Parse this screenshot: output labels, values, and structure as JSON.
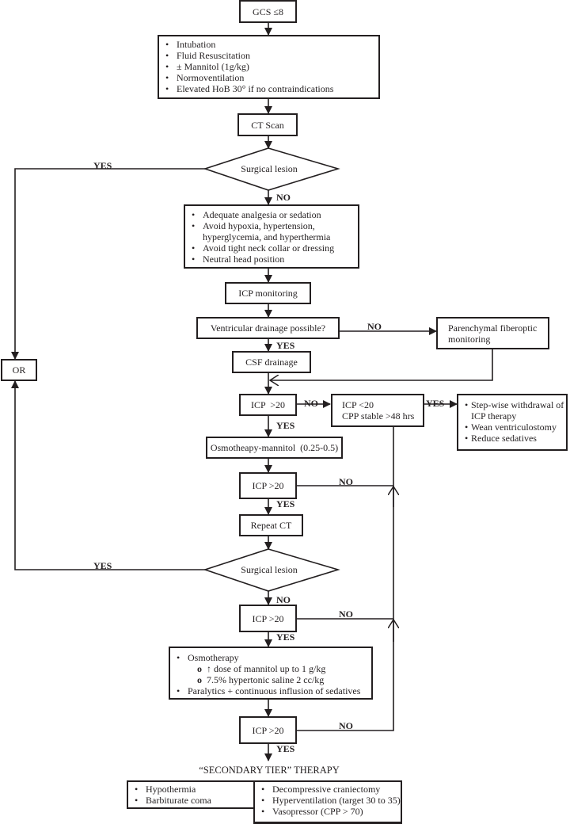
{
  "flowchart": {
    "start": {
      "label": "GCS ≤8"
    },
    "initial_management": {
      "items": [
        "Intubation",
        "Fluid Resuscitation",
        "± Mannitol (1g/kg)",
        "Normoventilation",
        "Elevated HoB 30° if no contraindications"
      ]
    },
    "ct_scan": {
      "label": "CT Scan"
    },
    "surgical_lesion_1": {
      "label": "Surgical lesion",
      "yes": "YES",
      "no": "NO"
    },
    "general_measures": {
      "items": [
        "Adequate analgesia or sedation",
        "Avoid hypoxia, hypertension, hyperglycemia, and hyperthermia",
        "Avoid tight neck collar or dressing",
        "Neutral head position"
      ]
    },
    "icp_monitoring": {
      "label": "ICP monitoring"
    },
    "ventricular_drainage": {
      "label": "Ventricular drainage possible?",
      "yes": "YES",
      "no": "NO"
    },
    "parenchymal": {
      "label": "Parenchymal fiberoptic monitoring"
    },
    "csf_drainage": {
      "label": "CSF drainage"
    },
    "or_box": {
      "label": "OR"
    },
    "icp_check_1": {
      "label": "ICP  >20",
      "yes": "YES",
      "no": "NO"
    },
    "icp_stable": {
      "line1": "ICP <20",
      "line2": "CPP stable >48 hrs",
      "yes": "YES"
    },
    "withdrawal": {
      "items": [
        "Step-wise withdrawal of ICP therapy",
        "Wean ventriculostomy",
        "Reduce sedatives"
      ]
    },
    "osmotherapy_1": {
      "label": "Osmotheapy-mannitol  (0.25-0.5)"
    },
    "icp_check_2": {
      "label": "ICP >20",
      "yes": "YES",
      "no": "NO"
    },
    "repeat_ct": {
      "label": "Repeat CT"
    },
    "surgical_lesion_2": {
      "label": "Surgical lesion",
      "yes": "YES",
      "no": "NO"
    },
    "icp_check_3": {
      "label": "ICP >20",
      "yes": "YES",
      "no": "NO"
    },
    "escalation": {
      "osmotherapy": "Osmotherapy",
      "sub_items": [
        "↑ dose of mannitol up to 1 g/kg",
        "7.5% hypertonic saline 2 cc/kg"
      ],
      "paralytics_bold": "Paralytics",
      "paralytics_rest": " + continuous influsion of sedatives"
    },
    "icp_check_4": {
      "label": "ICP >20",
      "yes": "YES",
      "no": "NO"
    },
    "secondary_tier": {
      "title": "“SECONDARY TIER” THERAPY",
      "left_items": [
        "Hypothermia",
        "Barbiturate coma"
      ],
      "right_items": [
        "Decompressive craniectomy",
        "Hyperventilation (target 30 to 35)",
        "Vasopressor (CPP > 70)"
      ]
    }
  }
}
